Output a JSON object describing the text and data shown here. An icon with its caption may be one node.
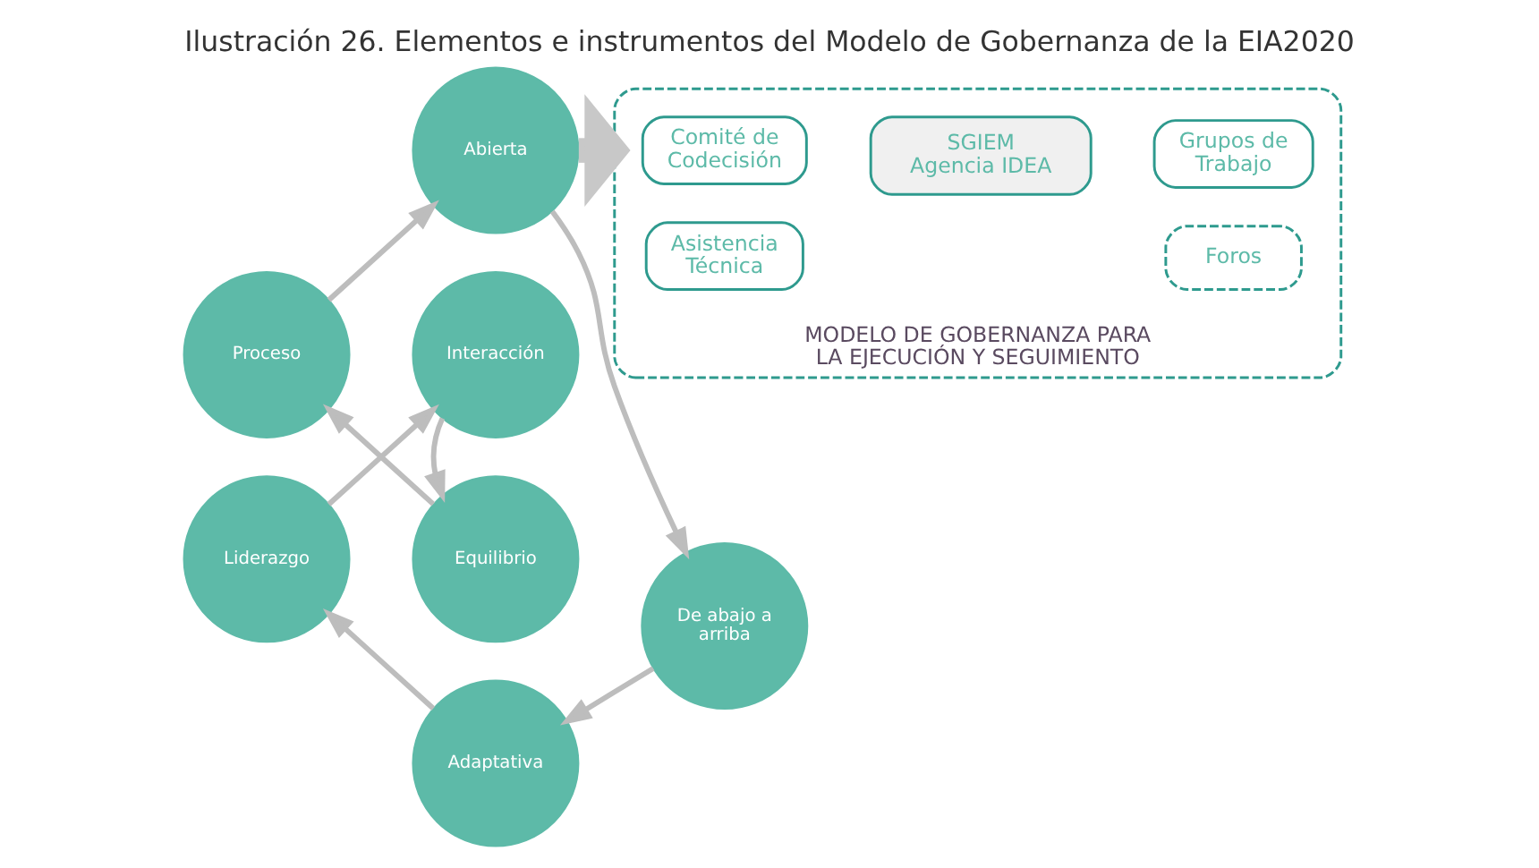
{
  "diagram": {
    "title": "Ilustración 26. Elementos e instrumentos del Modelo de Gobernanza de la EIA2020",
    "nodes": [
      {
        "text": [
          "Proceso"
        ]
      },
      {
        "text": [
          "Abierta"
        ]
      },
      {
        "text": [
          "De abajo a arriba"
        ]
      },
      {
        "text": [
          "Adaptativa"
        ]
      },
      {
        "text": [
          "Liderazgo"
        ]
      },
      {
        "text": [
          "Interacción"
        ]
      },
      {
        "text": [
          "Equilibrio"
        ]
      },
      {
        "text": [
          "MODELO DE GOBERNANZA PARA LA EJECUCIÓN Y SEGUIMIENTO"
        ]
      },
      {
        "text": [
          "Comité de Codecisión"
        ],
        "in": 7
      },
      {
        "text": [
          "Asistencia Técnica"
        ],
        "in": 7
      },
      {
        "text": [
          "SGIEM Agencia IDEA"
        ],
        "in": 7
      },
      {
        "text": [
          "Grupos de Trabajo"
        ],
        "in": 7
      },
      {
        "text": [
          "Foros"
        ],
        "in": 7
      }
    ],
    "edges": [
      {
        "from": 0,
        "to": 1,
        "arrow": "to"
      },
      {
        "from": 1,
        "to": 2,
        "arrow": "to"
      },
      {
        "from": 2,
        "to": 3,
        "arrow": "to"
      },
      {
        "from": 3,
        "to": 4,
        "arrow": "to"
      },
      {
        "from": 4,
        "to": 5,
        "arrow": "to"
      },
      {
        "from": 5,
        "to": 6,
        "arrow": "to"
      },
      {
        "from": 6,
        "to": 0,
        "arrow": "to"
      },
      {
        "from": 1,
        "to": 7,
        "arrow": "to",
        "style": "thick"
      }
    ]
  }
}
